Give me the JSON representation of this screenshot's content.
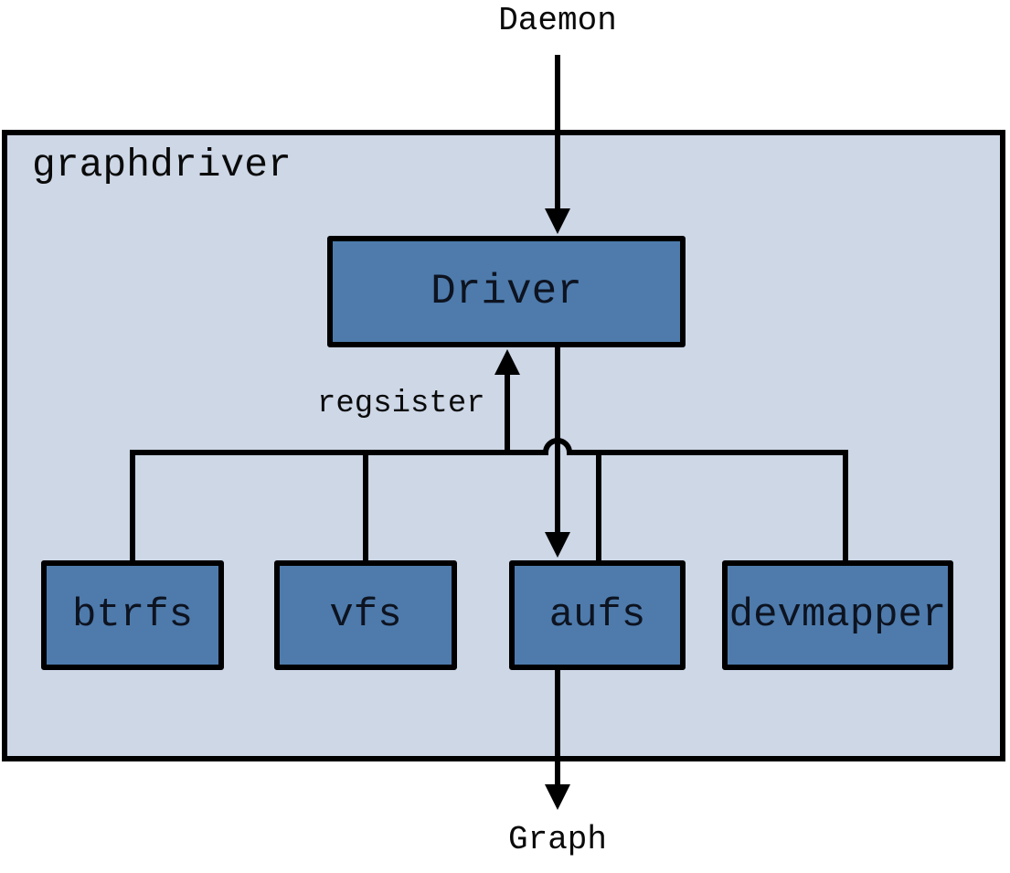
{
  "diagram": {
    "top_label": "Daemon",
    "bottom_label": "Graph",
    "container": {
      "label": "graphdriver"
    },
    "driver_node": {
      "label": "Driver"
    },
    "edge_label": "regsister",
    "backend_nodes": [
      {
        "label": "btrfs"
      },
      {
        "label": "vfs"
      },
      {
        "label": "aufs"
      },
      {
        "label": "devmapper"
      }
    ],
    "colors": {
      "container_fill": "#cdd7e6",
      "node_fill": "#4e7bac",
      "line": "#000000"
    }
  }
}
